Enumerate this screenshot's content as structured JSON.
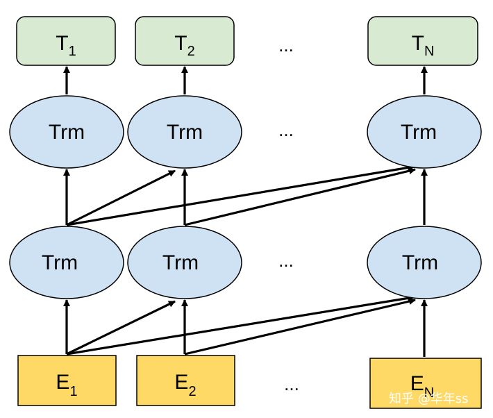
{
  "colors": {
    "output_fill": "#d9ead3",
    "trm_fill": "#cfe2f3",
    "embed_fill": "#ffd966",
    "stroke": "#000000",
    "watermark": "#ffffff"
  },
  "outputs": [
    {
      "main": "T",
      "sub": "1"
    },
    {
      "main": "T",
      "sub": "2"
    },
    {
      "main": "T",
      "sub": "N"
    }
  ],
  "upper_layer": [
    "Trm",
    "Trm",
    "Trm"
  ],
  "lower_layer": [
    "Trm",
    "Trm",
    "Trm"
  ],
  "embeddings": [
    {
      "main": "E",
      "sub": "1"
    },
    {
      "main": "E",
      "sub": "2"
    },
    {
      "main": "E",
      "sub": "N"
    }
  ],
  "ellipsis": "...",
  "watermark": "知乎 @华年ss"
}
